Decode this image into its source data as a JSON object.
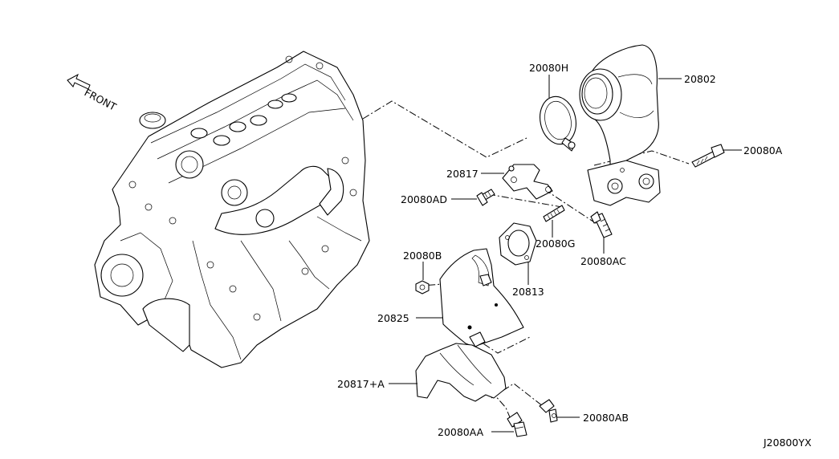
{
  "direction_label": "FRONT",
  "diagram_code": "J20800YX",
  "parts": {
    "p20080H": "20080H",
    "p20802": "20802",
    "p20080A": "20080A",
    "p20817": "20817",
    "p20080AD": "20080AD",
    "p20080G": "20080G",
    "p20080AC": "20080AC",
    "p20080B": "20080B",
    "p20813": "20813",
    "p20825": "20825",
    "p20817A": "20817+A",
    "p20080AB": "20080AB",
    "p20080AA": "20080AA"
  }
}
